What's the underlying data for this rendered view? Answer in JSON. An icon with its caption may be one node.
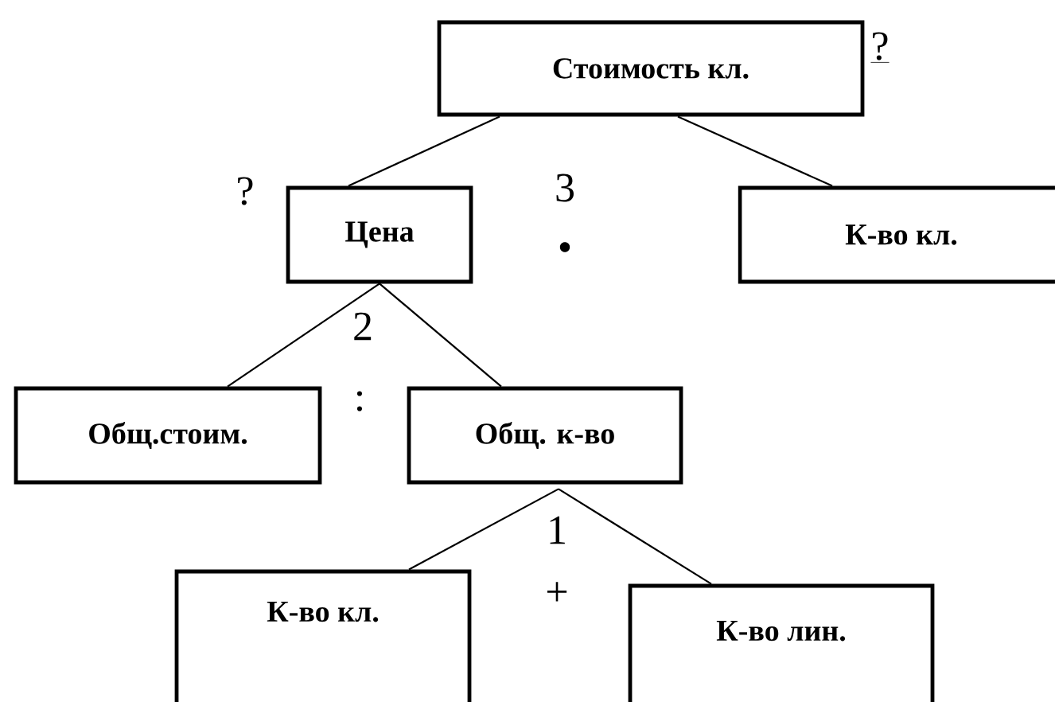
{
  "diagram": {
    "nodes": [
      {
        "text": [
          "Стоимость кл."
        ]
      },
      {
        "text": [
          "Цена"
        ]
      },
      {
        "text": [
          "К-во кл."
        ]
      },
      {
        "text": [
          "Общ.стоим."
        ]
      },
      {
        "text": [
          "Общ. к-во"
        ]
      },
      {
        "text": [
          "К-во кл."
        ]
      },
      {
        "text": [
          "К-во лин."
        ]
      }
    ],
    "edges": [
      {
        "from": 0,
        "to": 1,
        "arrow": "none"
      },
      {
        "from": 0,
        "to": 2,
        "arrow": "none"
      },
      {
        "from": 1,
        "to": 3,
        "arrow": "none"
      },
      {
        "from": 1,
        "to": 4,
        "arrow": "none"
      },
      {
        "from": 4,
        "to": 5,
        "arrow": "none"
      },
      {
        "from": 4,
        "to": 6,
        "arrow": "none"
      }
    ],
    "labels": [
      "?",
      "?",
      "3",
      "•",
      "2",
      ":",
      "1",
      "+"
    ]
  }
}
